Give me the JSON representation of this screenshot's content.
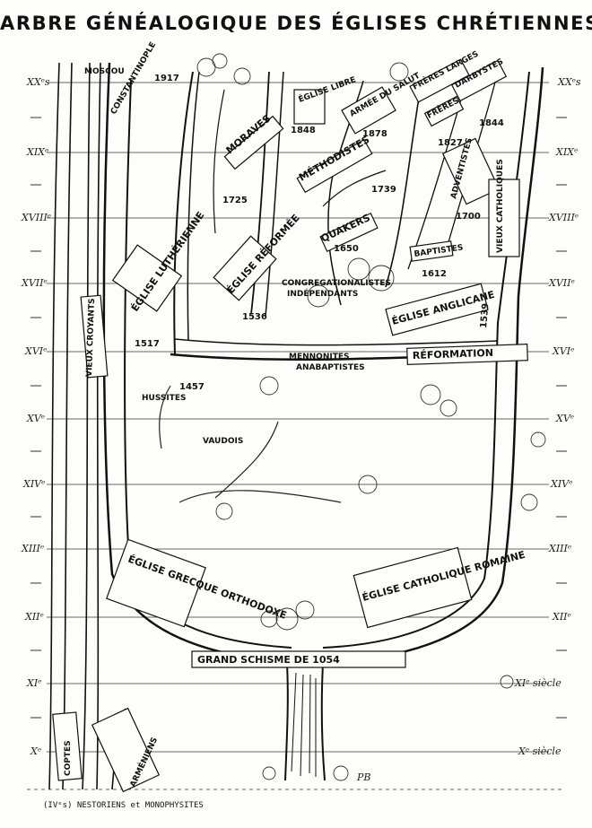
{
  "title": "ARBRE GÉNÉALOGIQUE DES ÉGLISES CHRÉTIENNES",
  "centuries_left": [
    "XXᵉs",
    "XIXᵉ",
    "XVIIIᵉ",
    "XVIIᵉ",
    "XVIᵉ",
    "XVᵉ",
    "XIVᵉ",
    "XIIIᵉ",
    "XIIᵉ",
    "XIᵉ",
    "Xᵉ"
  ],
  "centuries_right": [
    "XXᵉs",
    "XIXᵉ",
    "XVIIIᵉ",
    "XVIIᵉ",
    "XVIᵉ",
    "XVᵉ",
    "XIVᵉ",
    "XIIIᵉ",
    "XIIᵉ",
    "XIᵉ siècle",
    "Xᵉ siècle"
  ],
  "labels": {
    "moscou": "MOSCOU",
    "constantinople": "CONSTANTINOPLE",
    "moraves": "MORAVES",
    "eglise_libre": "ÉGLISE LIBRE",
    "armee_du_salut": "ARMÉE DU SALUT",
    "freres_larges": "FRÈRES LARGES",
    "darbystes": "DARBYSTES",
    "freres": "FRÈRES",
    "methodistes": "MÉTHODISTES",
    "adventistes": "ADVENTISTES",
    "vieux_catholiques": "VIEUX CATHOLIQUES",
    "quakers": "QUAKERS",
    "baptistes": "BAPTISTES",
    "eglise_reformee": "ÉGLISE RÉFORMÉE",
    "eglise_lutherienne": "ÉGLISE LUTHÉRIENNE",
    "congregationalistes": "CONGREGATIONALISTES",
    "independants": "INDÉPENDANTS",
    "eglise_anglicane": "ÉGLISE ANGLICANE",
    "vieux_croyants": "VIEUX CROYANTS",
    "reformation": "RÉFORMATION",
    "mennonites": "MENNONITES",
    "anabaptistes": "ANABAPTISTES",
    "hussites": "HUSSITES",
    "vaudois": "VAUDOIS",
    "eglise_grecque_orthodoxe": "ÉGLISE GRECQUE ORTHODOXE",
    "eglise_catholique_romaine": "ÉGLISE CATHOLIQUE ROMAINE",
    "grand_schisme": "GRAND SCHISME DE 1054",
    "coptes": "COPTES",
    "armeniens": "ARMÉNIENS",
    "footer": "(IVᵉs) NESTORIENS et MONOPHYSITES",
    "signature": "PB"
  },
  "years": {
    "y1917": "1917",
    "y1848": "1848",
    "y1878": "1878",
    "y1827": "1827",
    "y1844": "1844",
    "y1725": "1725",
    "y1739": "1739",
    "y1700": "1700",
    "y1650": "1650",
    "y1612": "1612",
    "y1536": "1536",
    "y1539": "1539",
    "y1517": "1517",
    "y1457": "1457"
  },
  "colors": {
    "ink": "#111111",
    "paper": "#fdfdfb"
  }
}
